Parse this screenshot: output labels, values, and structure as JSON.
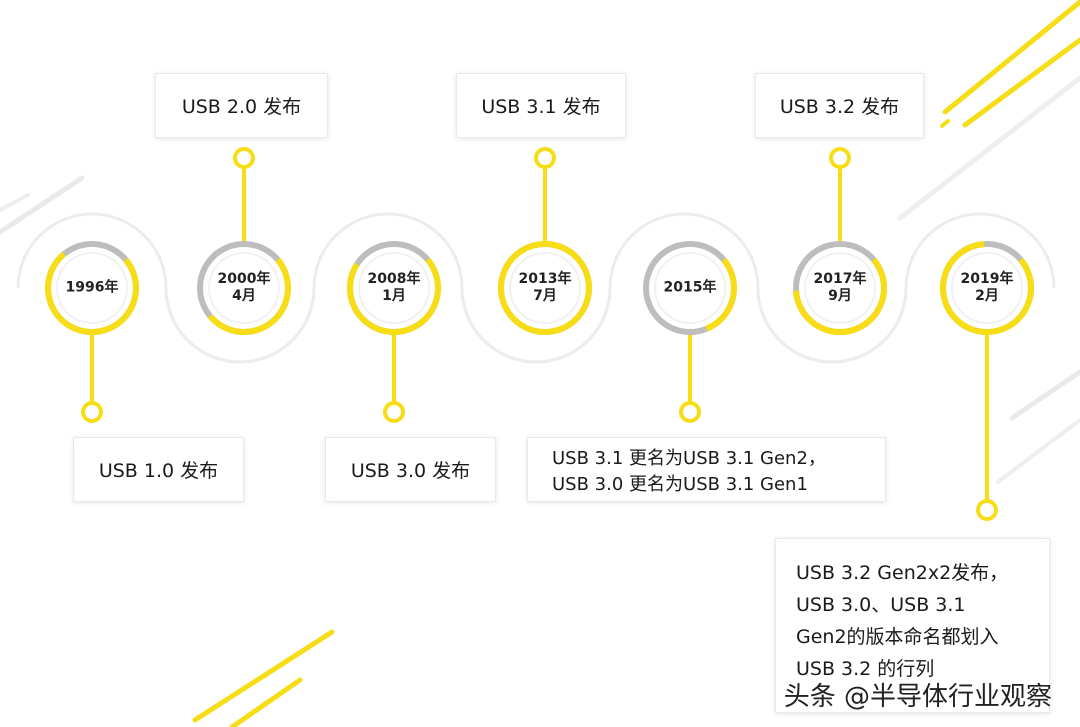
{
  "timeline": {
    "nodes": [
      {
        "id": "1996",
        "date_lines": [
          "1996年"
        ],
        "fill": 0.75
      },
      {
        "id": "2000",
        "date_lines": [
          "2000年",
          "4月"
        ],
        "fill": 0.5
      },
      {
        "id": "2008",
        "date_lines": [
          "2008年",
          "1月"
        ],
        "fill": 0.7
      },
      {
        "id": "2013",
        "date_lines": [
          "2013年",
          "7月"
        ],
        "fill": 1.0
      },
      {
        "id": "2015",
        "date_lines": [
          "2015年"
        ],
        "fill": 0.3
      },
      {
        "id": "2017",
        "date_lines": [
          "2017年",
          "9月"
        ],
        "fill": 0.6
      },
      {
        "id": "2019",
        "date_lines": [
          "2019年",
          "2月"
        ],
        "fill": 0.85
      }
    ],
    "events": [
      {
        "id": "usb1",
        "lines": [
          "USB 1.0 发布"
        ]
      },
      {
        "id": "usb2",
        "lines": [
          "USB 2.0 发布"
        ]
      },
      {
        "id": "usb3",
        "lines": [
          "USB 3.0 发布"
        ]
      },
      {
        "id": "usb31",
        "lines": [
          "USB 3.1 发布"
        ]
      },
      {
        "id": "rename2015",
        "lines": [
          "USB 3.1 更名为USB 3.1 Gen2，",
          "USB 3.0 更名为USB 3.1 Gen1"
        ]
      },
      {
        "id": "usb32",
        "lines": [
          "USB 3.2 发布"
        ]
      },
      {
        "id": "usb32gen2x2",
        "lines": [
          "USB 3.2 Gen2x2发布，",
          "USB 3.0、USB 3.1",
          "Gen2的版本命名都划入",
          "USB 3.2 的行列"
        ]
      }
    ]
  },
  "colors": {
    "accent": "#f7dd16",
    "ring_gray": "#bdbdbd",
    "wave": "#ececec",
    "stripe": "#e9e9e9"
  },
  "watermark": "头条 @半导体行业观察"
}
